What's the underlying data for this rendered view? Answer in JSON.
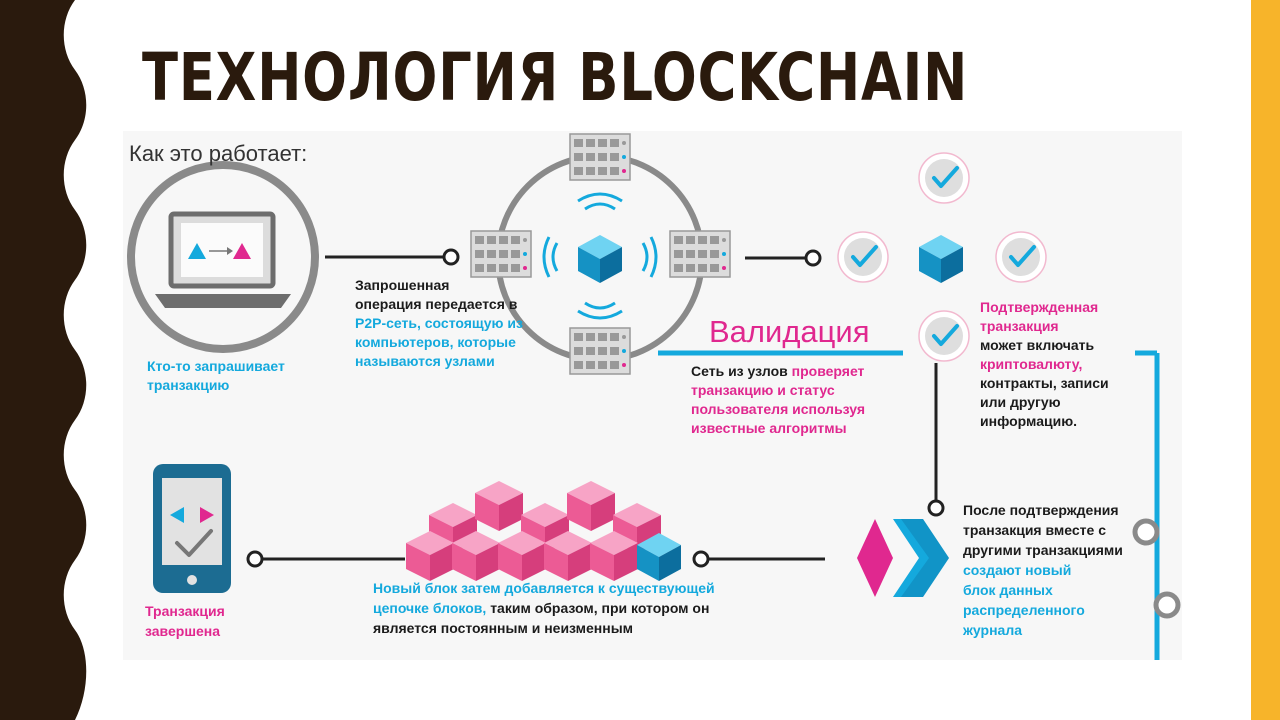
{
  "title": "ТЕХНОЛОГИЯ BLOCKCHAIN",
  "colors": {
    "accent_gold": "#f7b42a",
    "dark_brown": "#2a1a0d",
    "blue": "#14a9dd",
    "pink": "#e0288f"
  },
  "diagram": {
    "heading": "Как это работает:",
    "validation_label": "Валидация",
    "step_request": [
      "Кто-то запрашивает",
      "транзакцию"
    ],
    "step_p2p": {
      "line1": "Запрошенная",
      "line2": "операция передается в",
      "line3": "P2P-сеть, состоящую из",
      "line4": "компьютеров, которые",
      "line5": "называются узлами"
    },
    "step_network": {
      "part1": "Сеть из узлов ",
      "part2": "проверяет",
      "line2": "транзакцию и статус",
      "line3": "пользователя используя",
      "line4": "известные алгоритмы"
    },
    "step_confirmed": {
      "line1": "Подтвержденная",
      "line2": "транзакция",
      "line3": "может включать",
      "line4": "криптовалюту,",
      "line5": "контракты, записи",
      "line6": "или другую",
      "line7": "информацию."
    },
    "step_block": {
      "line1": "После подтверждения",
      "line2": "транзакция вместе с",
      "line3": "другими транзакциями",
      "line4": "создают новый",
      "line5": "блок данных",
      "line6": "распределенного",
      "line7": "журнала"
    },
    "step_chain": {
      "line1": "Новый блок затем добавляется к существующей",
      "part2a": "цепочке блоков, ",
      "part2b": "таким образом, при котором он",
      "line3": "является постоянным и неизменным"
    },
    "step_done": [
      "Транзакция",
      "завершена"
    ]
  }
}
